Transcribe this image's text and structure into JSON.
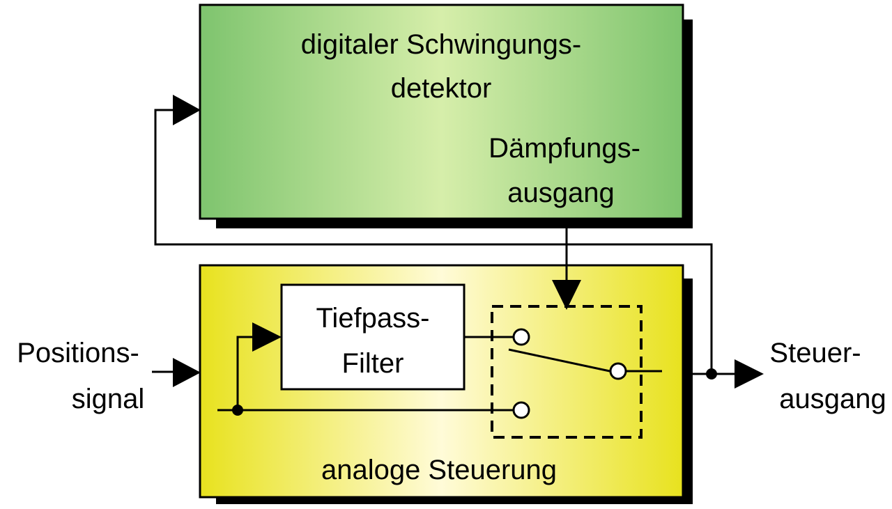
{
  "colors": {
    "digital_block_edge": "#7ec46e",
    "digital_block_center": "#d6eeaa",
    "analog_block_edge": "#e8e21e",
    "analog_block_center": "#fffbd8",
    "filter_fill": "#ffffff",
    "stroke": "#000000",
    "shadow": "#000000"
  },
  "digital_block": {
    "title_line1": "digitaler Schwingungs-",
    "title_line2": "detektor",
    "output_line1": "Dämpfungs-",
    "output_line2": "ausgang"
  },
  "analog_block": {
    "title": "analoge Steuerung",
    "filter_line1": "Tiefpass-",
    "filter_line2": "Filter"
  },
  "input": {
    "line1": "Positions-",
    "line2": "signal"
  },
  "output": {
    "line1": "Steuer-",
    "line2": "ausgang"
  },
  "icons": {
    "switch": "changeover-switch-icon",
    "arrow": "arrowhead-icon",
    "junction": "junction-dot-icon"
  }
}
